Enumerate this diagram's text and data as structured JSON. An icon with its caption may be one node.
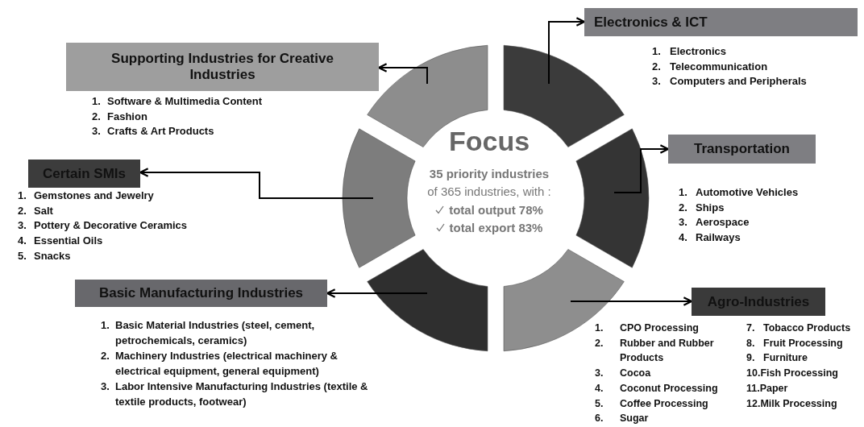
{
  "diagram": {
    "nodes": [
      {
        "text": [
          "Electronics & ICT"
        ],
        "beside": [
          "1. Electronics",
          "2. Telecommunication",
          "3. Computers and Peripherals"
        ]
      },
      {
        "text": [
          "Supporting Industries for Creative Industries"
        ],
        "beside": [
          "1. Software & Multimedia Content",
          "2. Fashion",
          "3. Crafts & Art Products"
        ]
      },
      {
        "text": [
          "Transportation"
        ],
        "beside": [
          "1. Automotive Vehicles",
          "2. Ships",
          "3. Aerospace",
          "4. Railways"
        ]
      },
      {
        "text": [
          "Certain SMIs"
        ],
        "beside": [
          "1. Gemstones and Jewelry",
          "2. Salt",
          "3. Pottery & Decorative Ceramics",
          "4. Essential Oils",
          "5. Snacks"
        ]
      },
      {
        "text": [
          "Basic Manufacturing Industries"
        ],
        "beside": [
          "1. Basic Material Industries (steel, cement, petrochemicals, ceramics)",
          "2. Machinery Industries (electrical machinery & electrical equipment, general equipment)",
          "3. Labor Intensive Manufacturing Industries (textile & textile products, footwear)"
        ]
      },
      {
        "text": [
          "Agro-Industries"
        ],
        "beside": [
          "1. CPO Processing",
          "2. Rubber and Rubber Products",
          "3. Cocoa",
          "4. Coconut Processing",
          "5. Coffee Processing",
          "6. Sugar",
          "7. Tobacco Products",
          "8. Fruit Processing",
          "9. Furniture",
          "10.Fish Processing",
          "11.Paper",
          "12.Milk Processing"
        ]
      },
      {
        "text": [],
        "shape": "segment"
      },
      {
        "text": [],
        "shape": "segment"
      },
      {
        "text": [],
        "shape": "segment"
      },
      {
        "text": [],
        "shape": "segment"
      },
      {
        "text": [],
        "shape": "segment"
      },
      {
        "text": [],
        "shape": "segment"
      }
    ],
    "edges": [
      {
        "from": 6,
        "to": 1,
        "arrow": "to"
      },
      {
        "from": 7,
        "to": 0,
        "arrow": "to"
      },
      {
        "from": 8,
        "to": 3,
        "arrow": "to"
      },
      {
        "from": 9,
        "to": 2,
        "arrow": "to"
      },
      {
        "from": 10,
        "to": 4,
        "arrow": "to"
      },
      {
        "from": 11,
        "to": 5,
        "arrow": "to"
      }
    ],
    "labels": [
      "Focus",
      "35 priority industries",
      "of 365 industries, with :",
      "total output 78%",
      "total export 83%"
    ]
  }
}
